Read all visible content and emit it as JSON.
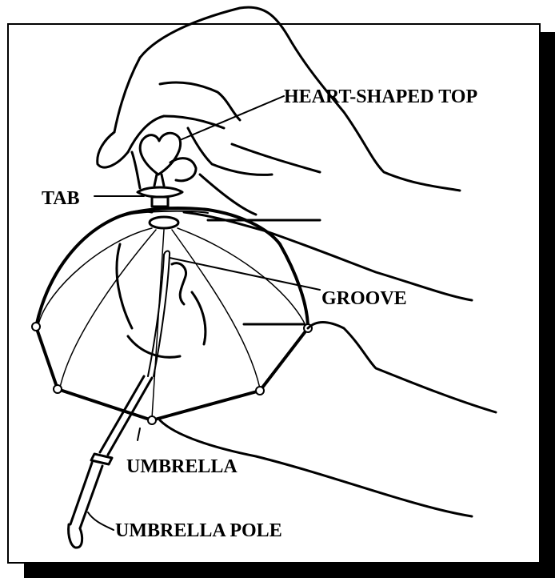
{
  "labels": {
    "heart_top": "HEART-SHAPED TOP",
    "tab": "TAB",
    "groove": "GROOVE",
    "umbrella": "UMBRELLA",
    "umbrella_pole": "UMBRELLA POLE"
  },
  "colors": {
    "ink": "#000000",
    "paper": "#ffffff"
  }
}
